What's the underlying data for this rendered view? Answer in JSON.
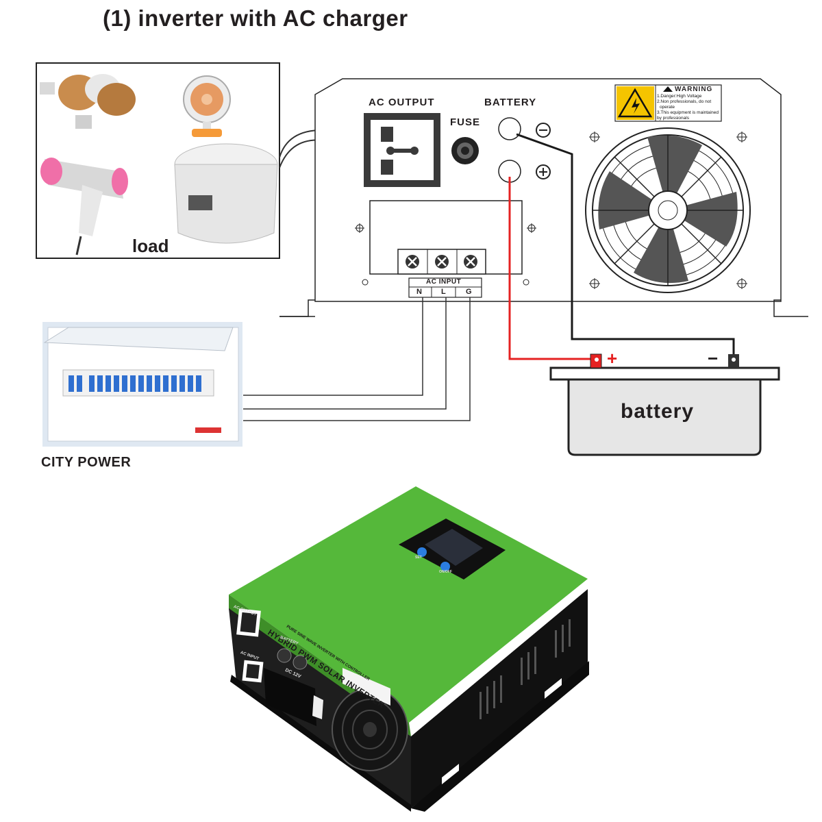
{
  "title": "(1) inverter with AC charger",
  "load_label": "load",
  "city_power_label": "CITY POWER",
  "inverter": {
    "ac_output_label": "AC OUTPUT",
    "battery_label": "BATTERY",
    "fuse_label": "FUSE",
    "ac_input_label": "AC INPUT",
    "terminals": [
      "N",
      "L",
      "G"
    ],
    "warning": {
      "heading": "WARNING",
      "lines": [
        "1.Danger:High Voltage",
        "2.Non professionals, do not",
        "operate",
        "3.This equipment is maintained",
        "by professionals"
      ]
    }
  },
  "battery": {
    "label": "battery",
    "positive": "+",
    "negative": "−"
  },
  "product": {
    "name_line1": "HYBRID PWM SOLAR INVERTER",
    "name_line2": "PURE SINE WAVE INVERTER WITH CONTROLLER",
    "ac_output": "AC OUTPUT",
    "ac_input": "AC INPUT",
    "battery": "BATTERY",
    "dc_voltage": "DC 12V",
    "set_label": "SET",
    "onoff_label": "ON/OFF"
  },
  "colors": {
    "wire_red": "#e52222",
    "wire_black": "#1a1a1a",
    "inverter_green": "#55b83a",
    "battery_fill": "#e6e6e6"
  }
}
